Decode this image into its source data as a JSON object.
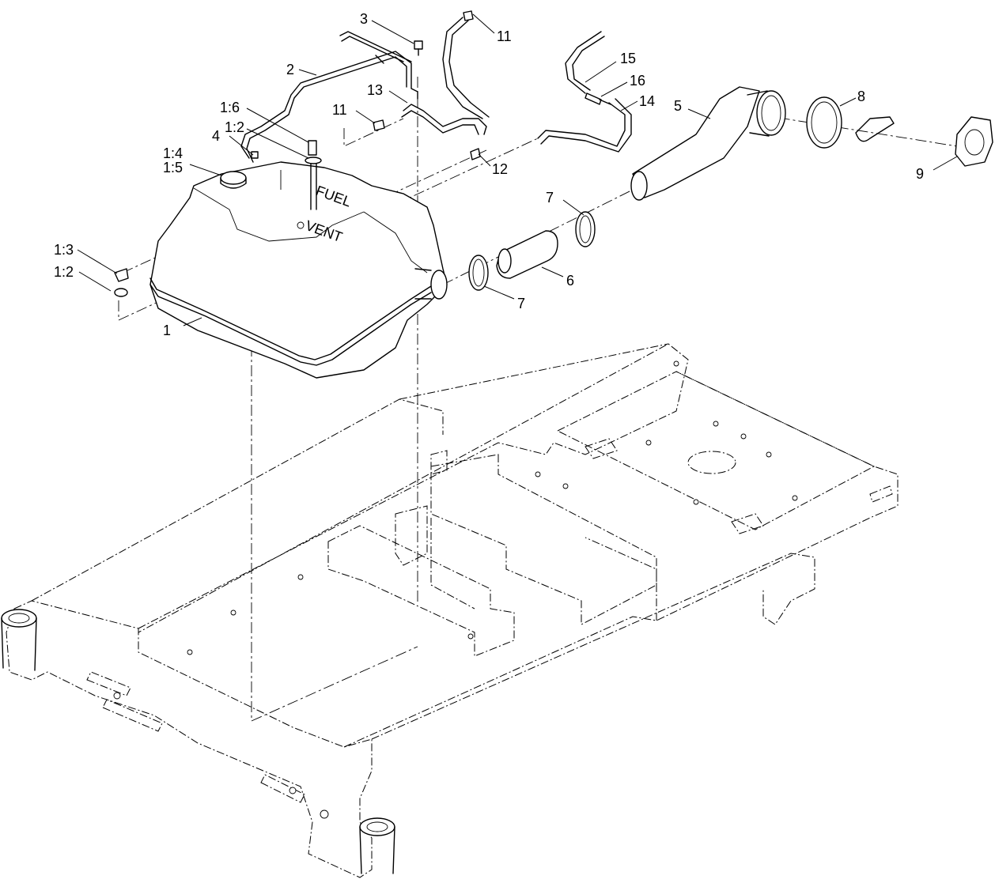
{
  "callouts": [
    {
      "id": "c-1",
      "label": "1"
    },
    {
      "id": "c-1-2a",
      "label": "1:2"
    },
    {
      "id": "c-1-2b",
      "label": "1:2"
    },
    {
      "id": "c-1-3",
      "label": "1:3"
    },
    {
      "id": "c-1-4",
      "label": "1:4"
    },
    {
      "id": "c-1-5",
      "label": "1:5"
    },
    {
      "id": "c-1-6",
      "label": "1:6"
    },
    {
      "id": "c-2",
      "label": "2"
    },
    {
      "id": "c-3",
      "label": "3"
    },
    {
      "id": "c-4",
      "label": "4"
    },
    {
      "id": "c-5",
      "label": "5"
    },
    {
      "id": "c-6",
      "label": "6"
    },
    {
      "id": "c-7a",
      "label": "7"
    },
    {
      "id": "c-7b",
      "label": "7"
    },
    {
      "id": "c-8",
      "label": "8"
    },
    {
      "id": "c-9",
      "label": "9"
    },
    {
      "id": "c-11a",
      "label": "11"
    },
    {
      "id": "c-11b",
      "label": "11"
    },
    {
      "id": "c-12",
      "label": "12"
    },
    {
      "id": "c-13",
      "label": "13"
    },
    {
      "id": "c-14",
      "label": "14"
    },
    {
      "id": "c-15",
      "label": "15"
    },
    {
      "id": "c-16",
      "label": "16"
    }
  ],
  "tank_markings": {
    "fuel_port": "FUEL",
    "vent_port": "VENT"
  },
  "colors": {
    "line": "#000000",
    "background": "#ffffff"
  }
}
